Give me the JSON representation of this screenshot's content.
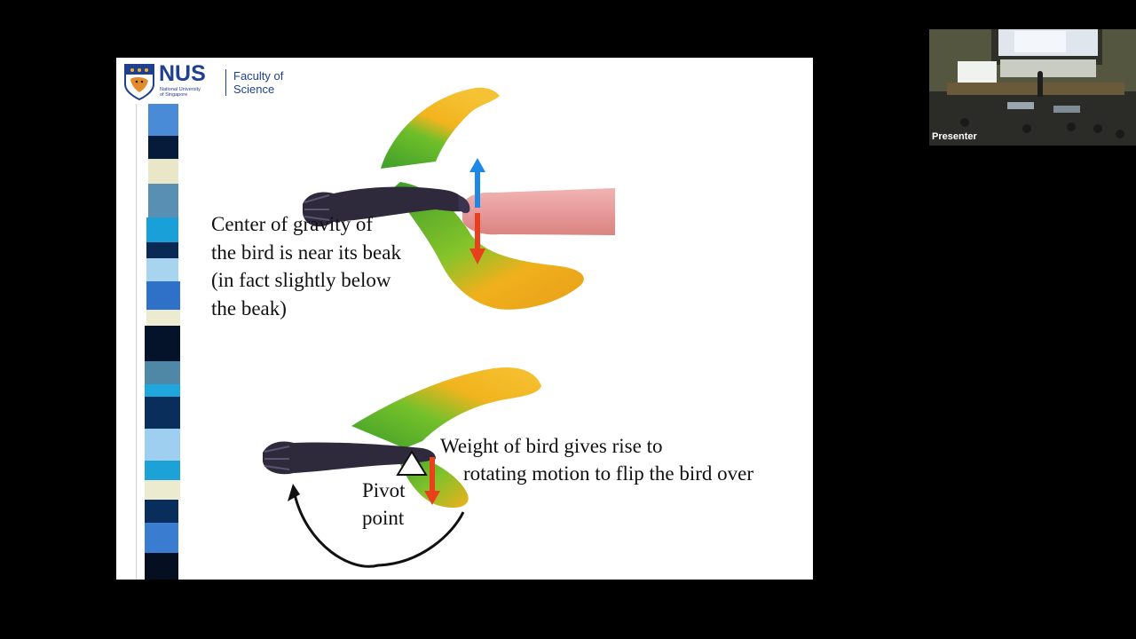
{
  "slide": {
    "logo": {
      "org_short": "NUS",
      "org_full_line1": "National University",
      "org_full_line2": "of Singapore",
      "faculty_line1": "Faculty of",
      "faculty_line2": "Science"
    },
    "cog_text": "Center of gravity of\nthe bird is near its beak\n(in fact slightly below\nthe beak)",
    "weight_text_line1": "Weight of bird gives rise to",
    "weight_text_line2": "rotating motion to flip the bird over",
    "pivot_text": "Pivot\npoint"
  },
  "presenter": {
    "label": "Presenter"
  },
  "colors": {
    "force_up": "#1e88e5",
    "force_down": "#e8401c",
    "wing_yellow": "#f2b41e",
    "wing_green": "#4cae2c",
    "body_dark": "#2e2a3c",
    "finger": "#e89a9c",
    "nus_blue": "#1f3f8f"
  }
}
